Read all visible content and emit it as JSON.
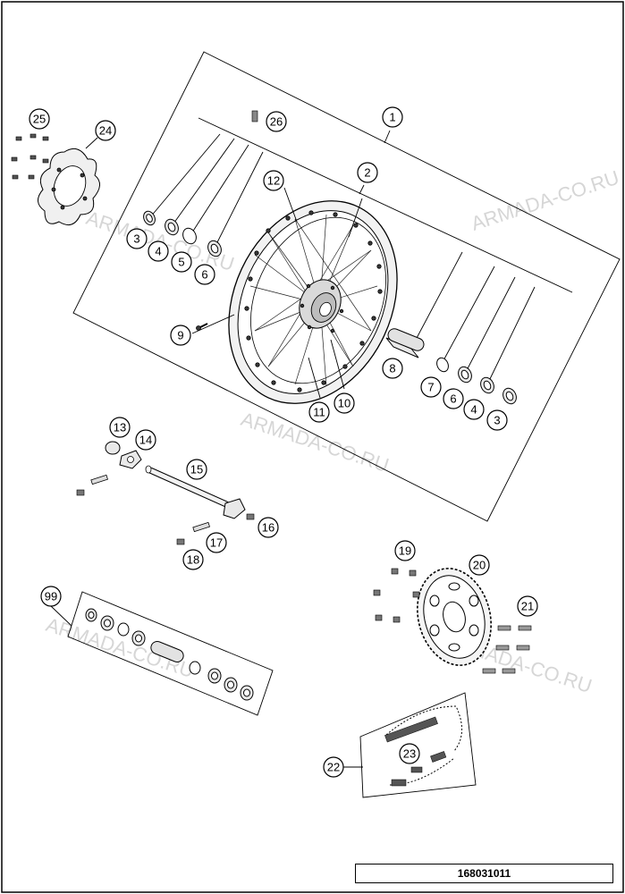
{
  "diagram": {
    "reference_number": "168031011",
    "watermark_text": "ARMADA-CO.RU",
    "callouts": [
      "1",
      "2",
      "3",
      "4",
      "5",
      "6",
      "9",
      "12",
      "26",
      "24",
      "25",
      "8",
      "7",
      "6",
      "4",
      "3",
      "10",
      "11",
      "13",
      "14",
      "15",
      "16",
      "17",
      "18",
      "99",
      "19",
      "20",
      "21",
      "22",
      "23"
    ]
  }
}
